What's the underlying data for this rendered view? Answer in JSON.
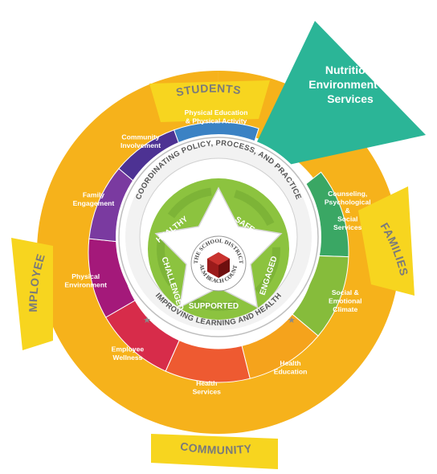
{
  "center_ring": {
    "top_text": "COORDINATING POLICY, PROCESS, AND PRACTICE",
    "bottom_text": "IMPROVING LEARNING AND HEALTH"
  },
  "tenets": [
    {
      "label": "HEALTHY"
    },
    {
      "label": "SAFE"
    },
    {
      "label": "ENGAGED"
    },
    {
      "label": "SUPPORTED"
    },
    {
      "label": "CHALLENGED"
    }
  ],
  "logo": {
    "top_text": "THE SCHOOL DISTRICT",
    "bottom_text": "PALM BEACH COUNTY"
  },
  "segments": [
    {
      "lines": [
        "Physical Education",
        "& Physical Activity"
      ],
      "color": "#3b82c4"
    },
    {
      "lines": [
        "Counseling,",
        "Psychological",
        "&",
        "Social",
        "Services"
      ],
      "color": "#3aa764"
    },
    {
      "lines": [
        "Social &",
        "Emotional",
        "Climate"
      ],
      "color": "#86bc3b"
    },
    {
      "lines": [
        "Health",
        "Education"
      ],
      "color": "#f5a31c"
    },
    {
      "lines": [
        "Health",
        "Services"
      ],
      "color": "#ee5a31"
    },
    {
      "lines": [
        "Employee",
        "Wellness"
      ],
      "color": "#d72c4a"
    },
    {
      "lines": [
        "Physical",
        "Environment"
      ],
      "color": "#a4197a"
    },
    {
      "lines": [
        "Family",
        "Engagement"
      ],
      "color": "#7a3aa0"
    },
    {
      "lines": [
        "Community",
        "Involvement"
      ],
      "color": "#4d3293"
    }
  ],
  "callout": {
    "lines": [
      "Nutrition",
      "Environment &",
      "Services"
    ],
    "color": "#2bb597"
  },
  "bands": {
    "students": "STUDENTS",
    "families": "FAMILIES",
    "community": "COMMUNITY",
    "employees": "EMPLOYEES"
  },
  "colors": {
    "outer_band": "#f6b21b",
    "band_tab": "#f7d51f",
    "center_green": "#8cc33f",
    "center_green_dark": "#6aa22e"
  }
}
